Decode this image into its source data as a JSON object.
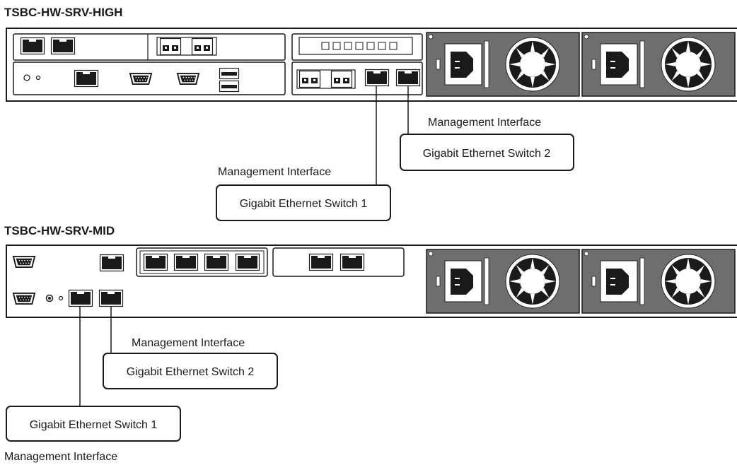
{
  "diagram": {
    "high": {
      "title": "TSBC-HW-SRV-HIGH",
      "mgmt_label_2": "Management Interface",
      "switch_2": "Gigabit Ethernet Switch 2",
      "mgmt_label_1": "Management Interface",
      "switch_1": "Gigabit Ethernet Switch 1"
    },
    "mid": {
      "title": "TSBC-HW-SRV-MID",
      "mgmt_label_2": "Management Interface",
      "switch_2": "Gigabit Ethernet Switch 2",
      "switch_1": "Gigabit Ethernet Switch 1",
      "mgmt_label_1": "Management Interface"
    }
  },
  "colors": {
    "line": "#1a1a1a",
    "psu_panel": "#6e6e6e",
    "psu_socket": "#ffffff",
    "background": "#ffffff"
  },
  "icons": [
    "rj45-port-icon",
    "sfp-port-icon",
    "serial-port-icon",
    "usb-port-icon",
    "led-icon",
    "power-socket-icon",
    "fan-icon"
  ]
}
